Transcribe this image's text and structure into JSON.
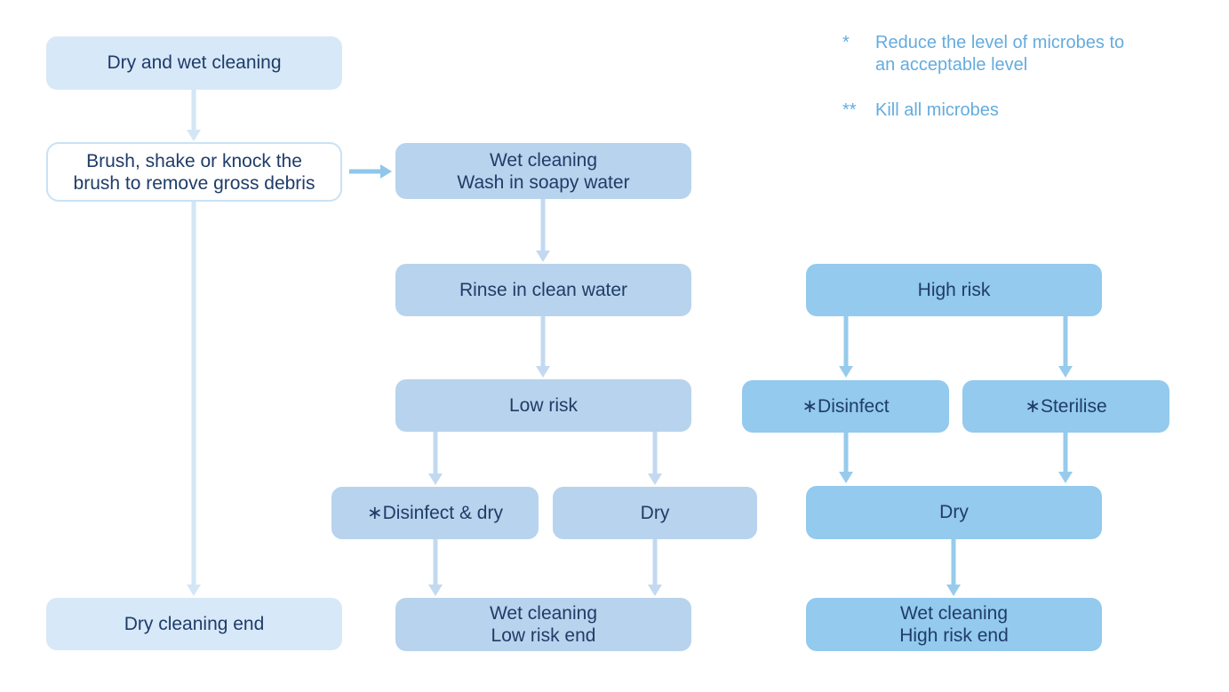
{
  "palette": {
    "background": "#FFFFFF",
    "light_box": "#D7E8F8",
    "medium_box": "#B8D3ED",
    "dark_box": "#93CAED",
    "outline_box_border": "#C9E2F5",
    "node_text": "#1F3C68",
    "legend_text": "#64ACDE",
    "arrow_light": "#D3E6F6",
    "arrow_medium": "#C3D9F0",
    "arrow_dark": "#97CBED",
    "arrow_horizontal": "#8FC6EA"
  },
  "nodes": {
    "dry_wet": {
      "label": "Dry and wet cleaning"
    },
    "brush": {
      "line1": "Brush, shake or knock the",
      "line2": "brush to remove gross debris"
    },
    "wash": {
      "line1": "Wet cleaning",
      "line2": "Wash in soapy water"
    },
    "rinse": {
      "label": "Rinse in clean water"
    },
    "low_risk": {
      "label": "Low risk"
    },
    "disinfect_dry": {
      "label": "∗Disinfect & dry"
    },
    "dry_low": {
      "label": "Dry"
    },
    "low_end": {
      "line1": "Wet cleaning",
      "line2": "Low risk end"
    },
    "dry_end": {
      "label": "Dry cleaning end"
    },
    "high_risk": {
      "label": "High risk"
    },
    "disinfect": {
      "label": "∗Disinfect"
    },
    "sterilise": {
      "label": "∗Sterilise"
    },
    "dry_high": {
      "label": "Dry"
    },
    "high_end": {
      "line1": "Wet cleaning",
      "line2": "High risk end"
    }
  },
  "legend": {
    "reduce": {
      "marker": "*",
      "line1": "Reduce the level of microbes to",
      "line2": "an acceptable level"
    },
    "kill": {
      "marker": "**",
      "text": "Kill all microbes"
    }
  }
}
